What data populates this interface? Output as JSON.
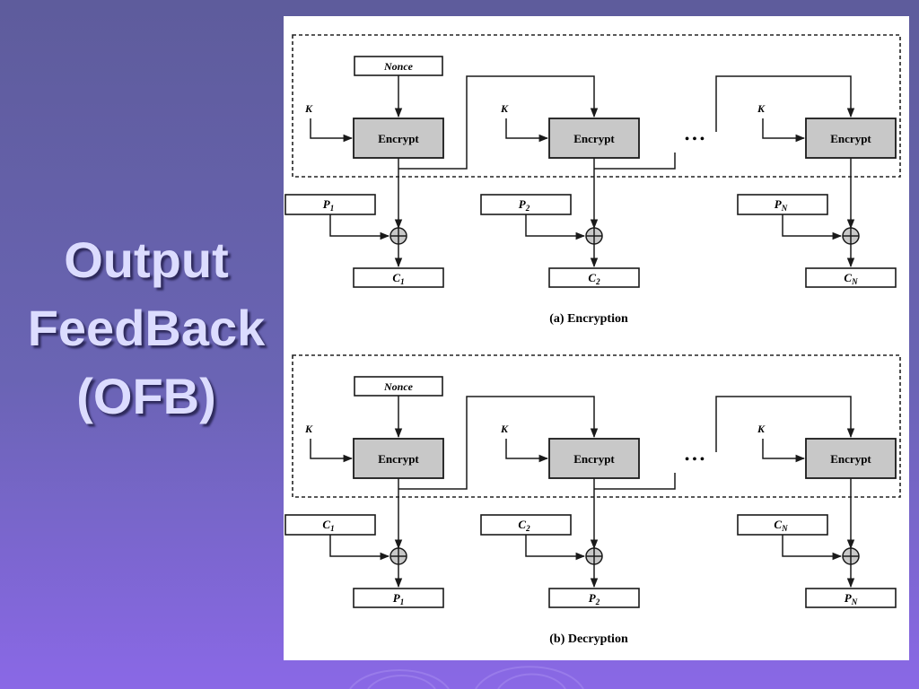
{
  "slide": {
    "title_lines": [
      "Output",
      "FeedBack",
      "(OFB)"
    ],
    "colors": {
      "background_top": "#5e5c9c",
      "background_bottom": "#8a68e6",
      "title": "#dcdcff",
      "encrypt_box": "#c8c8c8"
    }
  },
  "figure": {
    "encryption": {
      "caption": "(a) Encryption",
      "nonce": "Nonce",
      "block_label": "Encrypt",
      "key_label": "K",
      "ellipsis": "• • •",
      "inputs": [
        {
          "base": "P",
          "sub": "1"
        },
        {
          "base": "P",
          "sub": "2"
        },
        {
          "base": "P",
          "sub": "N"
        }
      ],
      "outputs": [
        {
          "base": "C",
          "sub": "1"
        },
        {
          "base": "C",
          "sub": "2"
        },
        {
          "base": "C",
          "sub": "N"
        }
      ]
    },
    "decryption": {
      "caption": "(b) Decryption",
      "nonce": "Nonce",
      "block_label": "Encrypt",
      "key_label": "K",
      "ellipsis": "• • •",
      "inputs": [
        {
          "base": "C",
          "sub": "1"
        },
        {
          "base": "C",
          "sub": "2"
        },
        {
          "base": "C",
          "sub": "N"
        }
      ],
      "outputs": [
        {
          "base": "P",
          "sub": "1"
        },
        {
          "base": "P",
          "sub": "2"
        },
        {
          "base": "P",
          "sub": "N"
        }
      ]
    }
  }
}
